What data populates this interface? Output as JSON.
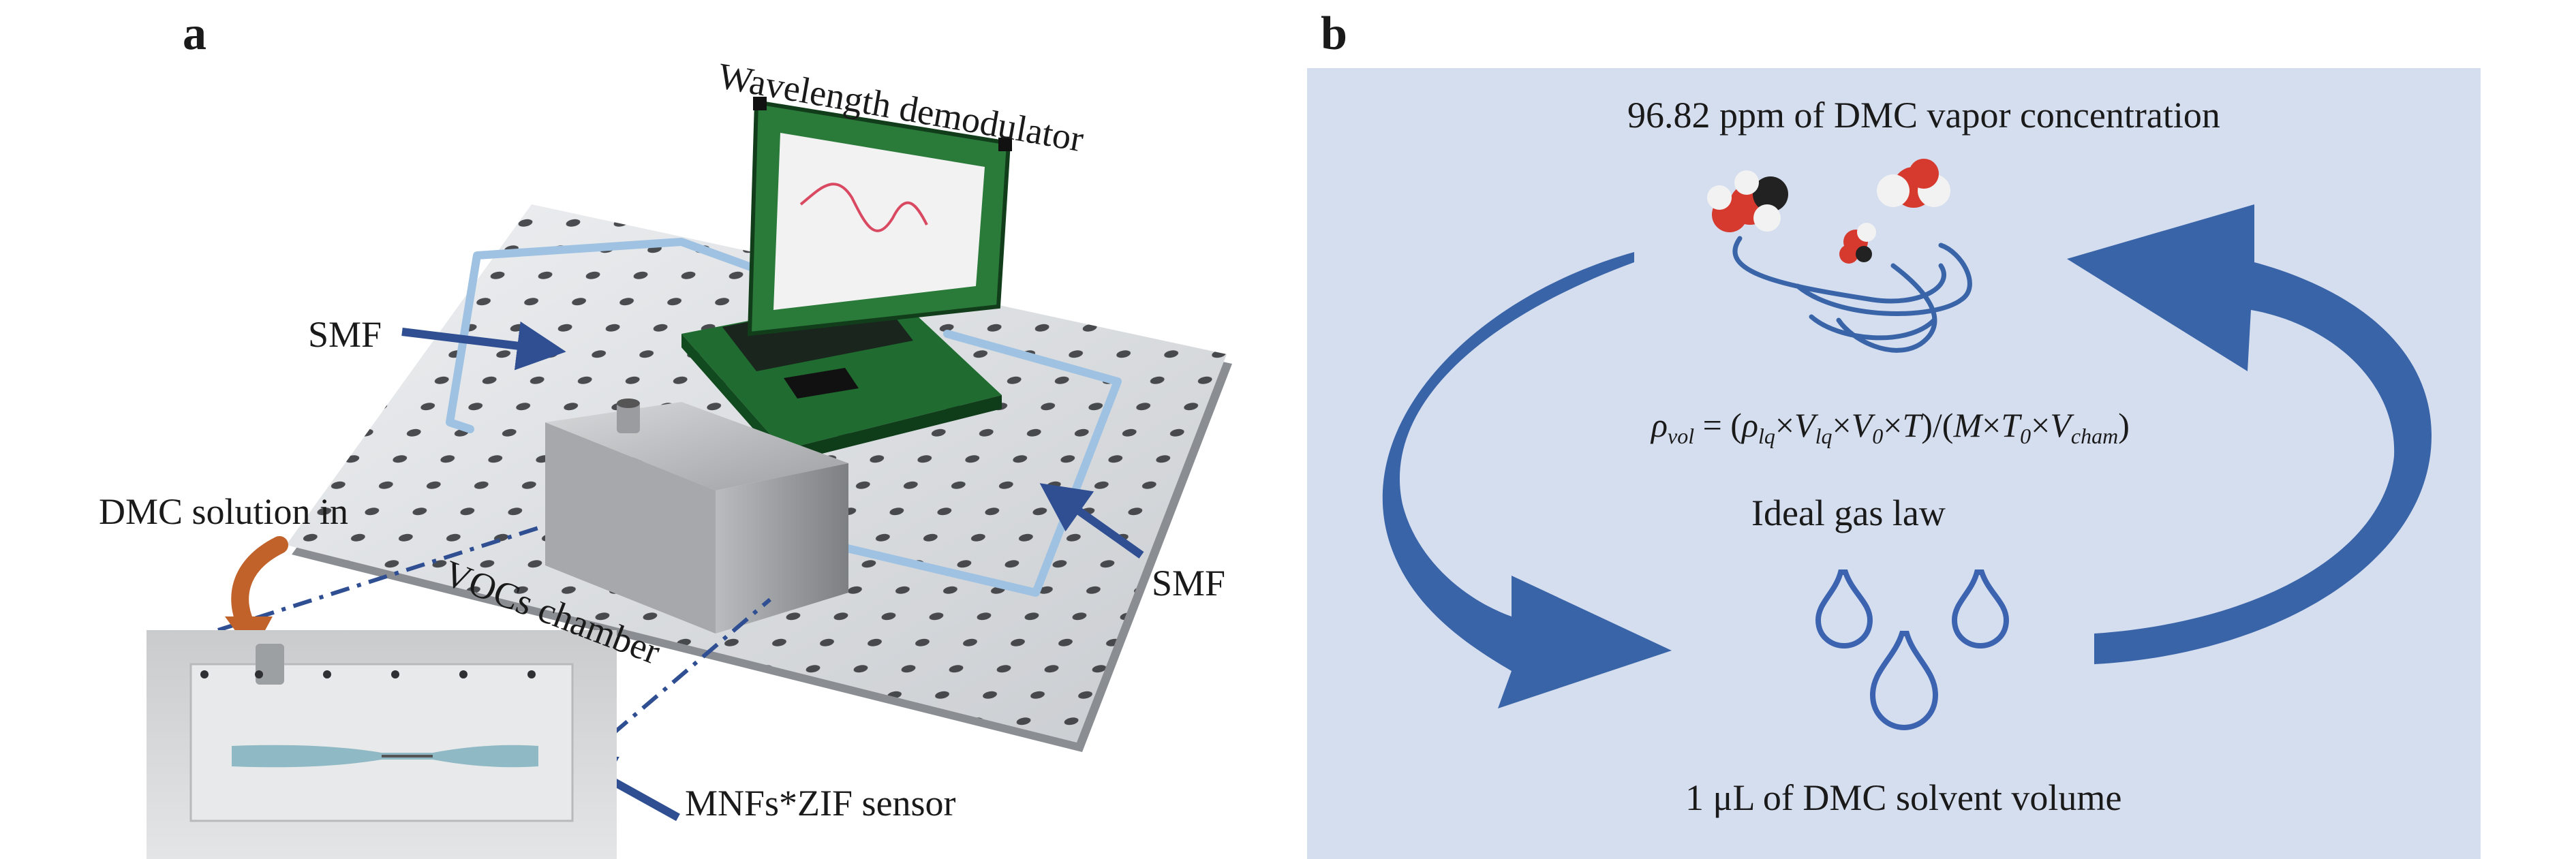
{
  "panel_a": {
    "label": "a",
    "wavelength_demodulator": "Wavelength demodulator",
    "smf_left": "SMF",
    "smf_right": "SMF",
    "dmc_solution_in": "DMC solution in",
    "vocs_chamber": "VOCs chamber",
    "sensor": "MNFs*ZIF sensor"
  },
  "panel_b": {
    "label": "b",
    "vapor_concentration": "96.82 ppm of DMC vapor concentration",
    "equation": {
      "rho": "ρ",
      "rho_sub": "vol",
      "eq": " = (",
      "rho2": "ρ",
      "rho2_sub": "lq",
      "times1": "×",
      "v": "V",
      "v_sub": "lq",
      "times2": "×",
      "v0": "V",
      "v0_sub": "0",
      "times3": "×",
      "t": "T",
      "mid": ")/(",
      "m": "M",
      "times4": "×",
      "t0": "T",
      "t0_sub": "0",
      "times5": "×",
      "vc": "V",
      "vc_sub": "cham",
      "close": ")"
    },
    "ideal_gas_law": "Ideal gas law",
    "solvent_volume": "1 μL of DMC solvent volume",
    "colors": {
      "background": "#d5deef",
      "arrow": "#3a64a8",
      "drop": "#3c63b0"
    }
  }
}
